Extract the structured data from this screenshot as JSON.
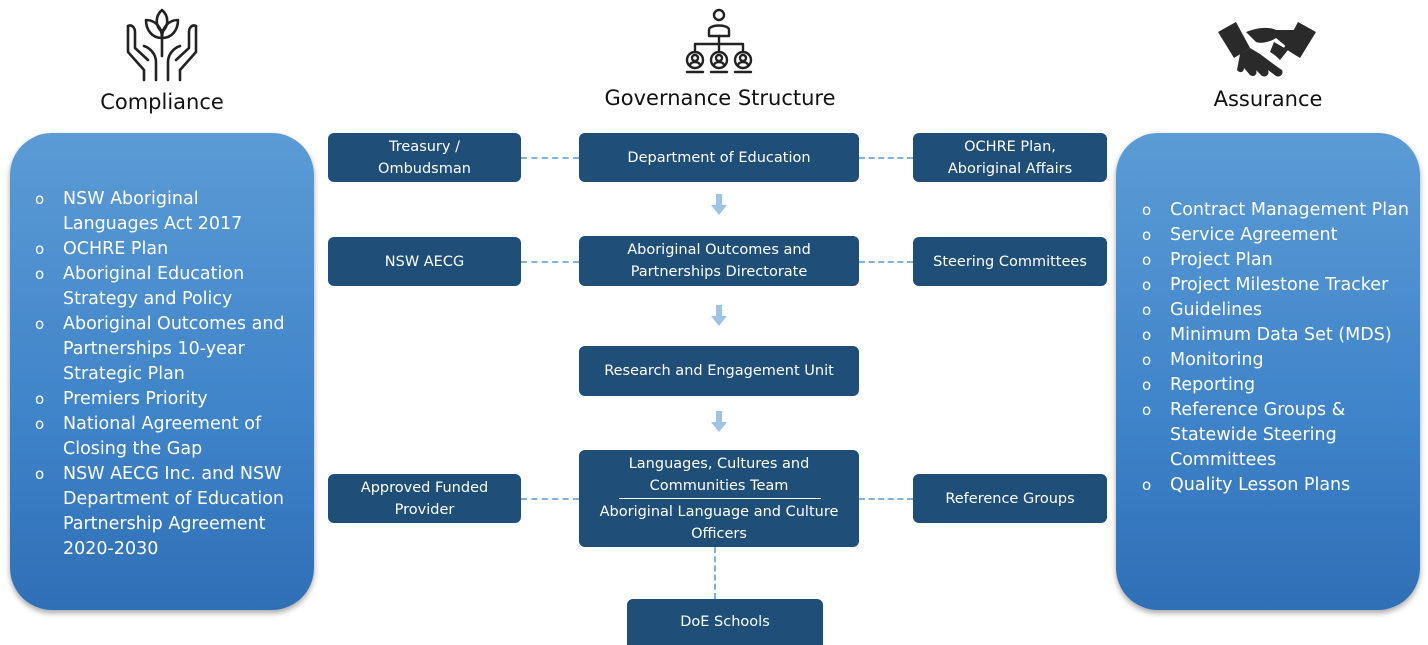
{
  "headings": {
    "compliance": "Compliance",
    "governance": "Governance Structure",
    "assurance": "Assurance"
  },
  "compliance_items": [
    "NSW Aboriginal Languages Act 2017",
    "OCHRE Plan",
    "Aboriginal Education Strategy and Policy",
    "Aboriginal Outcomes and Partnerships 10-year Strategic Plan",
    "Premiers Priority",
    "National Agreement of Closing the Gap",
    "NSW AECG Inc. and NSW Department of Education Partnership Agreement 2020-2030"
  ],
  "assurance_items": [
    "Contract Management Plan",
    "Service Agreement",
    "Project Plan",
    "Project Milestone Tracker",
    "Guidelines",
    "Minimum Data Set (MDS)",
    "Monitoring",
    "Reporting",
    "Reference Groups & Statewide Steering Committees",
    "Quality Lesson Plans"
  ],
  "boxes": {
    "treasury": "Treasury / Ombudsman",
    "department": "Department of Education",
    "ochre": "OCHRE Plan, Aboriginal Affairs",
    "aecg": "NSW AECG",
    "aopd": "Aboriginal Outcomes and Partnerships Directorate",
    "steering": "Steering Committees",
    "research": "Research and Engagement Unit",
    "lcc_team": "Languages, Cultures and Communities  Team",
    "alco": "Aboriginal Language and Culture Officers",
    "provider": "Approved Funded Provider",
    "reference": "Reference Groups",
    "schools": "DoE Schools"
  },
  "bullet_glyph": "o",
  "colors": {
    "box": "#1f4e79",
    "panel": "#4a8fd0",
    "connector": "#7fb2dd"
  },
  "icons": [
    "plant-in-hands-icon",
    "org-hierarchy-icon",
    "handshake-icon"
  ]
}
